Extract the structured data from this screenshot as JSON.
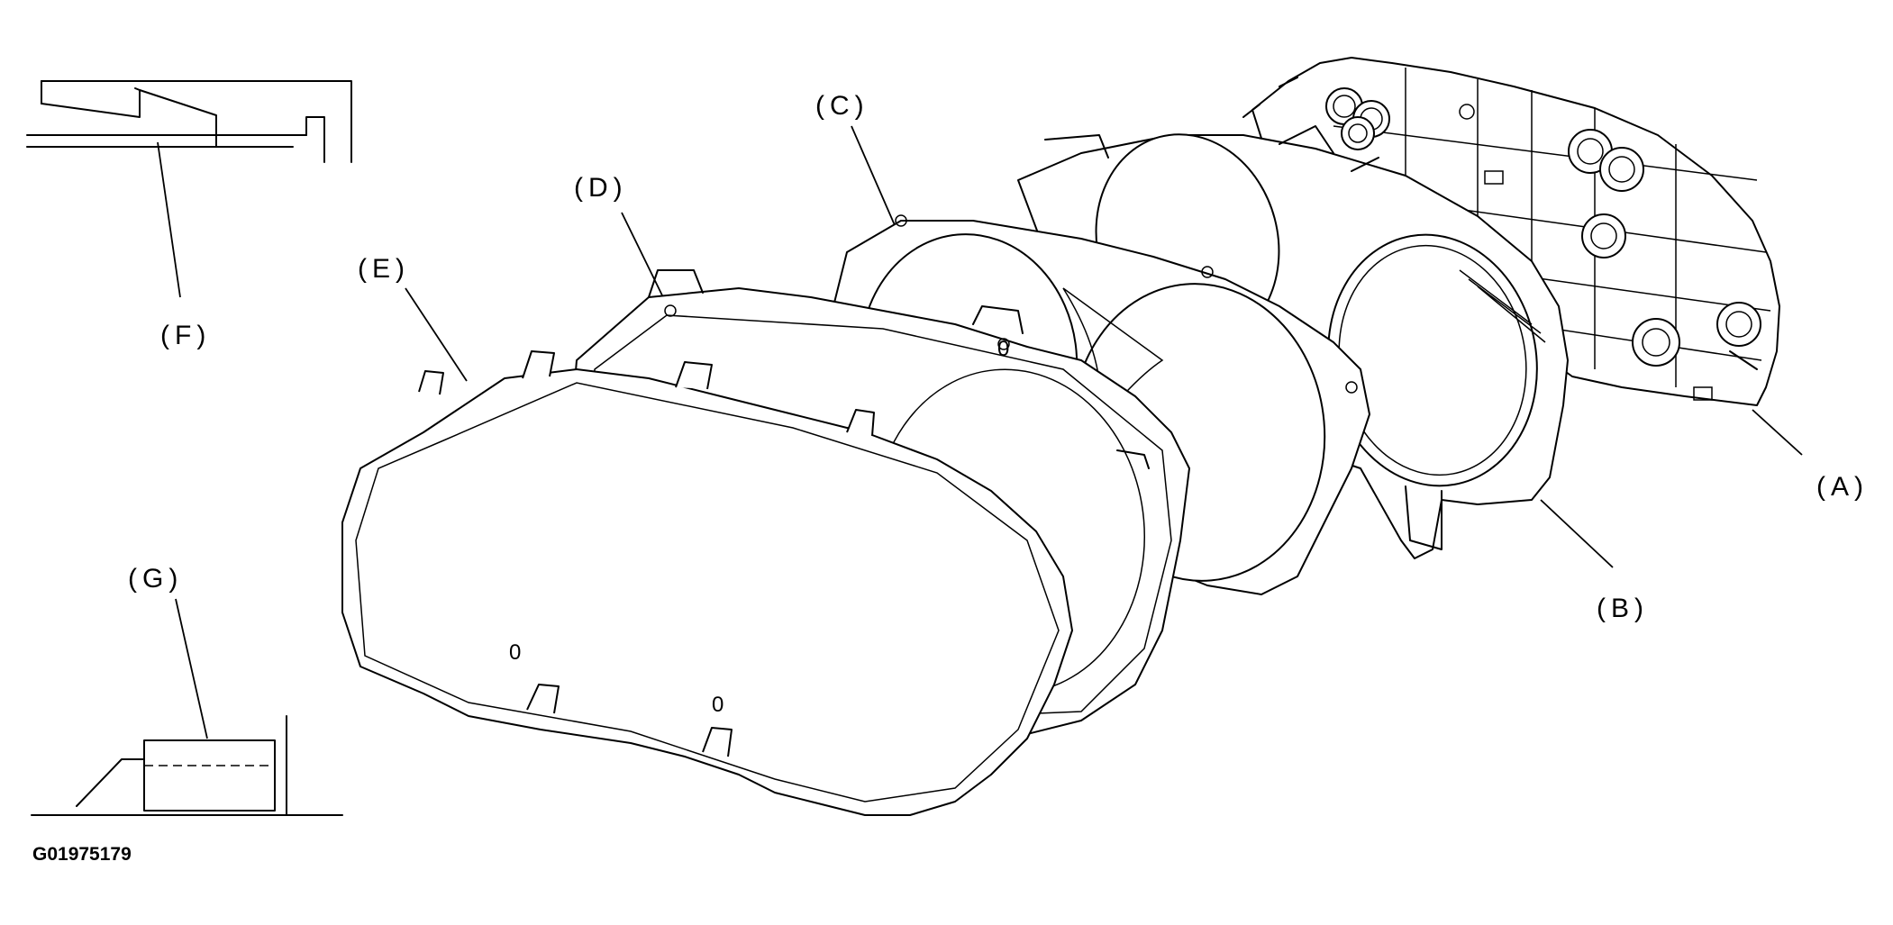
{
  "figure": {
    "code": "G01975179",
    "callouts": {
      "a": "(A)",
      "b": "(B)",
      "c": "(C)",
      "d": "(D)",
      "e": "(E)",
      "f": "(F)",
      "g": "(G)"
    },
    "lens_marks": [
      "0",
      "0",
      "0"
    ]
  }
}
